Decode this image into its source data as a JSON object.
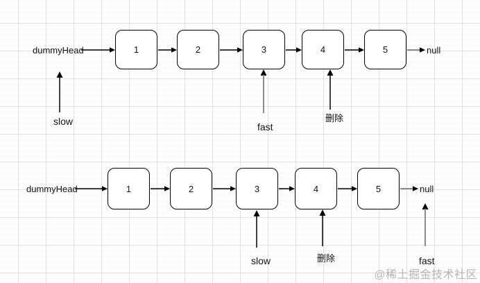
{
  "page": {
    "background": "#ffffff",
    "grid_color": "#e7e7e7"
  },
  "colors": {
    "node_border": "#000000",
    "arrow_black": "#000000",
    "arrow_gray": "#8c8c8c",
    "text": "#111111",
    "watermark": "#b5b5b5"
  },
  "watermark": {
    "text": "@稀土掘金技术社区"
  },
  "diagrams": [
    {
      "name": "linked-list-step-1",
      "head_label": "dummyHead",
      "tail_label": "null",
      "nodes": [
        "1",
        "2",
        "3",
        "4",
        "5"
      ],
      "pointers": [
        {
          "label": "slow",
          "points_to": "dummyHead",
          "arrow_color": "black"
        },
        {
          "label": "fast",
          "points_to": "3",
          "arrow_color": "gray"
        },
        {
          "label": "删除",
          "points_to": "4",
          "arrow_color": "black"
        }
      ]
    },
    {
      "name": "linked-list-step-2",
      "head_label": "dummyHead",
      "tail_label": "null",
      "nodes": [
        "1",
        "2",
        "3",
        "4",
        "5"
      ],
      "pointers": [
        {
          "label": "slow",
          "points_to": "3",
          "arrow_color": "black"
        },
        {
          "label": "删除",
          "points_to": "4",
          "arrow_color": "black"
        },
        {
          "label": "fast",
          "points_to": "null",
          "arrow_color": "gray"
        }
      ]
    }
  ]
}
